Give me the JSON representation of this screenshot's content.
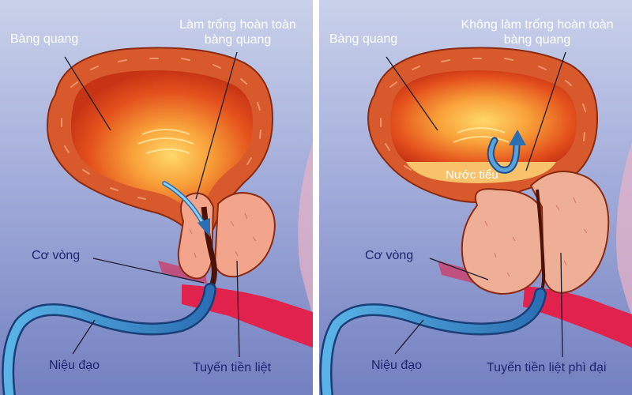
{
  "colors": {
    "background_top": "#c9d1ea",
    "background_bottom": "#7380c0",
    "bladder_wall": "#d85a2c",
    "bladder_inner": "#f07a1e",
    "bladder_core": "#ffd86a",
    "prostate": "#f2a58b",
    "prostate_enlarged": "#efae96",
    "urethra": "#3a8bc7",
    "label_white": "#ffffff",
    "label_navy": "#1d2470"
  },
  "left_panel": {
    "bladder_label": "Bàng quang",
    "emptying_label_line1": "Làm trống hoàn toàn",
    "emptying_label_line2": "bàng quang",
    "sphincter_label": "Cơ vòng",
    "urethra_label": "Niệu đạo",
    "prostate_label": "Tuyến tiền liệt",
    "flow_arrow_icon": "downward-flow-arrow-icon"
  },
  "right_panel": {
    "bladder_label": "Bàng quang",
    "incomplete_label_line1": "Không làm trống hoàn toàn",
    "incomplete_label_line2": "bàng quang",
    "urine_label": "Nước tiểu",
    "sphincter_label": "Cơ vòng",
    "urethra_label": "Niệu đạo",
    "prostate_label": "Tuyến tiền liệt phì đại",
    "backflow_arrow_icon": "curved-backflow-arrow-icon"
  }
}
